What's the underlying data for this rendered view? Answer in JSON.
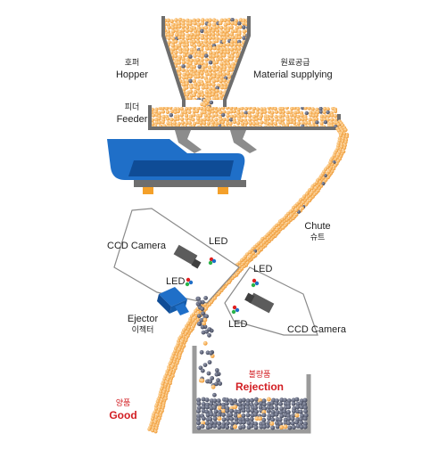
{
  "labels": {
    "hopper_ko": "호퍼",
    "hopper_en": "Hopper",
    "supply_ko": "원료공급",
    "supply_en": "Material supplying",
    "feeder_ko": "피더",
    "feeder_en": "Feeder",
    "chute_en": "Chute",
    "chute_ko": "슈트",
    "ccd_top": "CCD Camera",
    "led_top_1": "LED",
    "led_top_2": "LED",
    "led_bot_1": "LED",
    "led_bot_2": "LED",
    "ccd_bot": "CCD Camera",
    "ejector_en": "Ejector",
    "ejector_ko": "이젝터",
    "reject_ko": "불량품",
    "reject_en": "Rejection",
    "good_ko": "양품",
    "good_en": "Good"
  },
  "colors": {
    "grain": "#f7b15a",
    "grain_highlight": "#fde3b8",
    "defect": "#4a4f63",
    "machine_gray": "#6e6e6e",
    "feeder_blue": "#1f6fc8",
    "feeder_dark": "#0f4c96",
    "stand_orange": "#f4a02a",
    "text_red": "#d21e23",
    "panel_stroke": "#8a8a8a"
  }
}
